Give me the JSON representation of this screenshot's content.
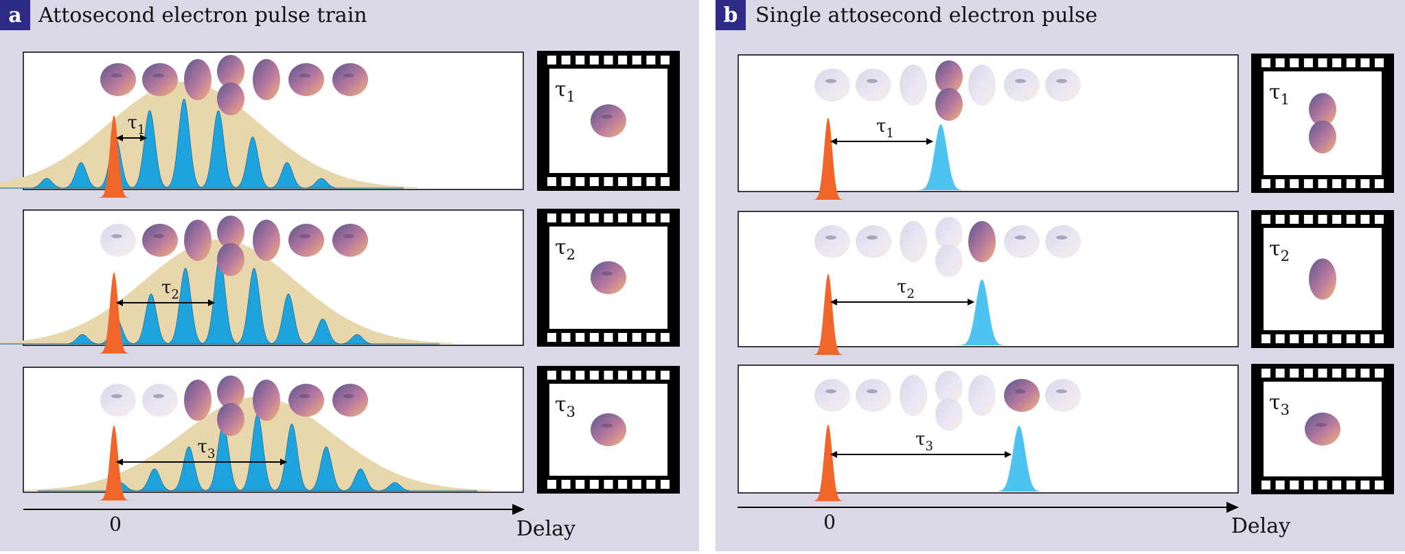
{
  "colors": {
    "background": "#d9d9e8",
    "panel_label_bg": "#2d2b86",
    "panel_label_fg": "#ffffff",
    "pump_pulse": "#f0652a",
    "attosecond_pulse": "#1ea3dc",
    "single_pulse": "#4ec3f0",
    "envelope": "#e8d6ad",
    "film_frame": "#000000",
    "orbital_dark": "#6a5a92",
    "orbital_mid": "#c07a9a",
    "orbital_light": "#f0b27a",
    "orbital_faint": "#e7e2ef"
  },
  "panel_a": {
    "label": "a",
    "title": "Attosecond electron pulse train",
    "rows": [
      {
        "tau": "τ",
        "tau_sub": "1",
        "frame_orbital": "torus"
      },
      {
        "tau": "τ",
        "tau_sub": "2",
        "frame_orbital": "torus"
      },
      {
        "tau": "τ",
        "tau_sub": "3",
        "frame_orbital": "torus"
      }
    ],
    "axis": {
      "zero": "0",
      "label": "Delay"
    }
  },
  "panel_b": {
    "label": "b",
    "title": "Single attosecond electron pulse",
    "rows": [
      {
        "tau": "τ",
        "tau_sub": "1",
        "frame_orbital": "dumbbell"
      },
      {
        "tau": "τ",
        "tau_sub": "2",
        "frame_orbital": "half-dumbbell"
      },
      {
        "tau": "τ",
        "tau_sub": "3",
        "frame_orbital": "torus"
      }
    ],
    "axis": {
      "zero": "0",
      "label": "Delay"
    }
  },
  "icons": [
    "orbital-torus-icon",
    "orbital-dumbbell-icon",
    "film-frame-icon"
  ]
}
